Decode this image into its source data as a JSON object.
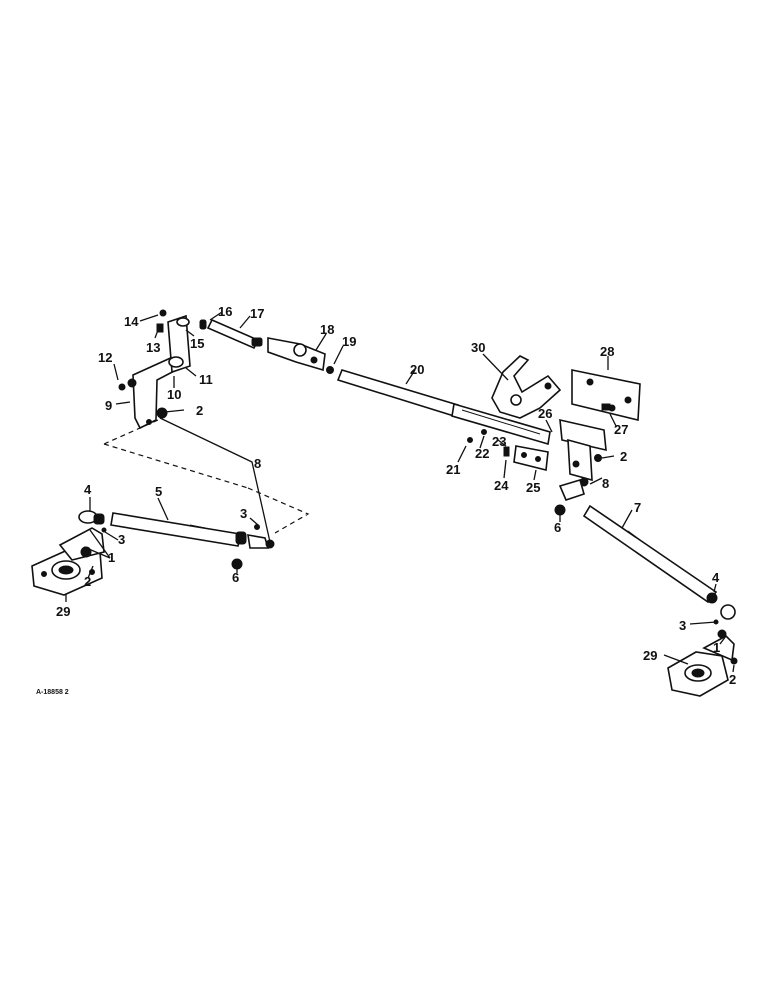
{
  "reference_code": "A-18858 2",
  "callouts": {
    "c1a": "1",
    "c1b": "1",
    "c2a": "2",
    "c2b": "2",
    "c2c": "2",
    "c2d": "2",
    "c3a": "3",
    "c3b": "3",
    "c3c": "3",
    "c4a": "4",
    "c4b": "4",
    "c5": "5",
    "c6a": "6",
    "c6b": "6",
    "c7": "7",
    "c8a": "8",
    "c8b": "8",
    "c9": "9",
    "c10": "10",
    "c11": "11",
    "c12": "12",
    "c13": "13",
    "c14": "14",
    "c15": "15",
    "c16": "16",
    "c17": "17",
    "c18": "18",
    "c19": "19",
    "c20": "20",
    "c21": "21",
    "c22": "22",
    "c23": "23",
    "c24": "24",
    "c25": "25",
    "c26": "26",
    "c27": "27",
    "c28": "28",
    "c29a": "29",
    "c29b": "29",
    "c30": "30"
  }
}
